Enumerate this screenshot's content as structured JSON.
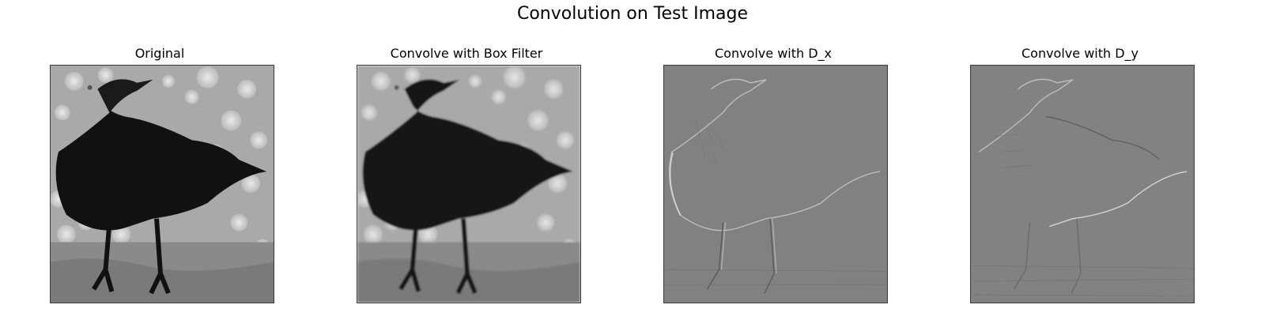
{
  "figure": {
    "suptitle": "Convolution on Test Image",
    "panels": [
      {
        "title": "Original",
        "image": "crow-grayscale-photo"
      },
      {
        "title": "Convolve with Box Filter",
        "image": "crow-grayscale-blurred"
      },
      {
        "title": "Convolve with D_x",
        "image": "crow-horizontal-gradient"
      },
      {
        "title": "Convolve with D_y",
        "image": "crow-vertical-gradient"
      }
    ]
  }
}
